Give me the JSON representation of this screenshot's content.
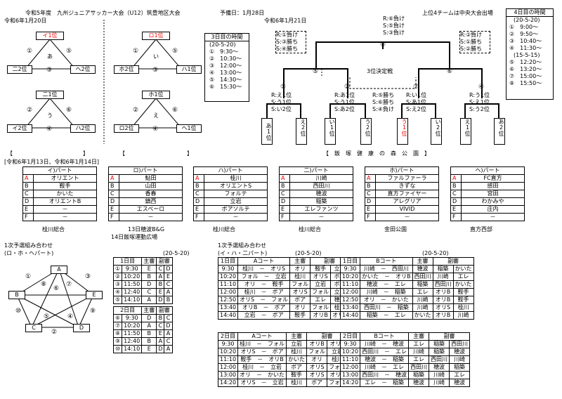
{
  "header": {
    "title": "令和5年度　九州ジュニアサッカー大会（U12）筑豊地区大会",
    "date1": "令和6年1月20日",
    "yobi": "予備日：1月28日",
    "date2": "令和6年1月21日",
    "note": "上位4チームは中央大会出場"
  },
  "groups": [
    {
      "top": "イ1位",
      "left": "二2位",
      "right": "ヘ2位",
      "center": "あ",
      "m1": "①",
      "m2": "③",
      "m3": "⑤",
      "red": true
    },
    {
      "top": "二1位",
      "left": "イ2位",
      "right": "ハ2位",
      "center": "う",
      "m1": "②",
      "m2": "④",
      "m3": "⑥",
      "red": false
    },
    {
      "top": "ロ1位",
      "left": "ホ2位",
      "right": "ハ1位",
      "center": "い",
      "m1": "①",
      "m2": "③",
      "m3": "⑤",
      "red": true
    },
    {
      "top": "ホ1位",
      "left": "ロ2位",
      "right": "ヘ1位",
      "center": "え",
      "m1": "②",
      "m2": "④",
      "m3": "⑥",
      "red": false
    }
  ],
  "day3_times": {
    "title": "3日目の時間",
    "sub": "(20-5-20)",
    "rows": [
      "①　9:30～",
      "②　10:30～",
      "③　12:00～",
      "④　13:00～",
      "⑤　14:30～",
      "⑥　15:30～"
    ]
  },
  "day4_times": {
    "title": "4日目の時間",
    "sub1": "(20-5-20)",
    "rows1": [
      "①　9:00～",
      "②　9:50～",
      "③　10:40～",
      "④　11:30～"
    ],
    "sub2": "(15-5-15)",
    "rows2": [
      "⑤　12:20～",
      "⑥　13:20～",
      "⑦　15:00～",
      "⑧　15:50～"
    ]
  },
  "bracket": {
    "final": "⑧",
    "final_box": [
      "R:⑥負け",
      "S:⑤負け",
      "S:③負け"
    ],
    "left_box": [
      "R:①負け",
      "S:③勝ち",
      "S:④勝ち"
    ],
    "right_box": [
      "R:②負け",
      "S:①勝ち",
      "S:②勝ち"
    ],
    "third_place": "3位決定戦",
    "semi_left": "⑤",
    "semi_right": "⑥",
    "third_num": "⑦",
    "q_nums": [
      "①",
      "②",
      "③",
      "④"
    ],
    "slot_boxes": [
      [
        "R:え1位",
        "S:う1位",
        "S:い2位"
      ],
      [
        "R:あ1位",
        "S:う1位",
        "S:あ2位"
      ],
      [
        "R:⑤勝ち",
        "S:⑥勝ち",
        "S:④負け"
      ],
      [
        "R:い1位",
        "S:あ1位",
        "S:え2位"
      ],
      [
        "R:う1位",
        "S:え1位",
        "S:う2位"
      ]
    ],
    "leaves": [
      "あ1位",
      "え2位",
      "い1位",
      "う2位",
      "う1位",
      "い2位",
      "え1位",
      "あ2位"
    ]
  },
  "labels": {
    "bracket_l": "【",
    "bracket_r": "】",
    "bracket_l2": "【",
    "bracket_r2": "】",
    "venue": "【　飯　塚　健　康　の　森　公　園　】",
    "dates": "[令和6年1月13日、令和6年1月14日]"
  },
  "parts": [
    {
      "title": "イ)パート",
      "rows": [
        [
          "A",
          "オリエント"
        ],
        [
          "B",
          "鞍手"
        ],
        [
          "C",
          "かいた"
        ],
        [
          "D",
          "オリエントB"
        ],
        [
          "E",
          "－"
        ],
        [
          "F",
          "－"
        ]
      ],
      "venue": "桂川総合"
    },
    {
      "title": "ロ)パート",
      "rows": [
        [
          "A",
          "鮎田"
        ],
        [
          "B",
          "山田"
        ],
        [
          "C",
          "香春"
        ],
        [
          "D",
          "鎮西"
        ],
        [
          "E",
          "エスペーロ"
        ],
        [
          "F",
          "－"
        ]
      ],
      "venue": "13日穂波B&G",
      "venue2": "14日飯塚運動広場"
    },
    {
      "title": "ハ)パート",
      "rows": [
        [
          "A",
          "桂川"
        ],
        [
          "B",
          "オリエントS"
        ],
        [
          "C",
          "フォルテ"
        ],
        [
          "D",
          "立岩"
        ],
        [
          "E",
          "ボアソルテ"
        ],
        [
          "F",
          "－"
        ]
      ],
      "venue": "桂川総合"
    },
    {
      "title": "二)パート",
      "rows": [
        [
          "A",
          "川崎"
        ],
        [
          "B",
          "西田川"
        ],
        [
          "C",
          "穂波"
        ],
        [
          "D",
          "稲築"
        ],
        [
          "E",
          "エレファンツ"
        ],
        [
          "F",
          "－"
        ]
      ],
      "venue": "桂川総合"
    },
    {
      "title": "ホ)パート",
      "rows": [
        [
          "A",
          "ファルファーラ"
        ],
        [
          "B",
          "きずな"
        ],
        [
          "C",
          "直方ファイヤー"
        ],
        [
          "D",
          "アレグリア"
        ],
        [
          "E",
          "VIVID"
        ],
        [
          "F",
          "－"
        ]
      ],
      "venue": "金田公園"
    },
    {
      "title": "ヘ)パート",
      "rows": [
        [
          "A",
          "FC直方"
        ],
        [
          "B",
          "感田"
        ],
        [
          "C",
          "宮田"
        ],
        [
          "D",
          "わかみや"
        ],
        [
          "E",
          "庄内"
        ],
        [
          "F",
          "－"
        ]
      ],
      "venue": "直方西部"
    }
  ],
  "pentagon": {
    "title": "1次予選組み合わせ",
    "sub": "(ロ・ホ・ヘパート)",
    "nodes": [
      "A",
      "B",
      "C",
      "D",
      "E"
    ],
    "nums": [
      "①",
      "②",
      "③",
      "④",
      "⑤",
      "⑥",
      "⑦",
      "⑧",
      "⑨",
      "⑩"
    ]
  },
  "five_table": {
    "sub": "(20-5-20)",
    "day1": {
      "head": [
        "1日目",
        "",
        "主審",
        "副審"
      ],
      "rows": [
        [
          "①",
          "9:30",
          "E",
          "C",
          "D"
        ],
        [
          "②",
          "10:20",
          "B",
          "A",
          "E"
        ],
        [
          "③",
          "11:50",
          "D",
          "B",
          "C"
        ],
        [
          "④",
          "12:40",
          "C",
          "E",
          "A"
        ],
        [
          "⑤",
          "14:10",
          "A",
          "D",
          "B"
        ]
      ]
    },
    "day2": {
      "head": [
        "2日目",
        "",
        "主審",
        "副審"
      ],
      "rows": [
        [
          "⑥",
          "9:30",
          "D",
          "B",
          "C"
        ],
        [
          "⑦",
          "10:20",
          "A",
          "C",
          "D"
        ],
        [
          "⑧",
          "11:50",
          "B",
          "E",
          "A"
        ],
        [
          "⑨",
          "12:40",
          "B",
          "A",
          "C"
        ],
        [
          "⑩",
          "14:10",
          "E",
          "D",
          "A"
        ]
      ]
    }
  },
  "ihn": {
    "title": "1次予選組み合わせ",
    "sub": "(イ・ハ・二パート)",
    "sub2": "(20-5-20)",
    "sub3": "(20-5-20)",
    "d1a": {
      "head": [
        "1日目",
        "Aコート",
        "主審",
        "副審"
      ],
      "rows": [
        [
          "9:30",
          "桂川　－　オリS",
          "オリ",
          "鞍手",
          "立岩"
        ],
        [
          "10:20",
          "フォル　－　立岩",
          "桂川",
          "オリS",
          "ボア"
        ],
        [
          "11:10",
          "オリ　－　鞍手",
          "フォル",
          "立岩",
          "ボア"
        ],
        [
          "12:00",
          "桂川　－　ボア",
          "オリS",
          "フォル",
          "立岩"
        ],
        [
          "12:50",
          "オリS　－　フォル",
          "ボア",
          "エレ",
          "穂波"
        ],
        [
          "13:40",
          "オリB　－　ボア",
          "オリ",
          "フォル",
          "桂川"
        ],
        [
          "14:40",
          "立岩　－　ボア",
          "鞍手",
          "オリB",
          "オリS"
        ]
      ]
    },
    "d1b": {
      "head": [
        "1日目",
        "Bコート",
        "主審",
        "副審"
      ],
      "rows": [
        [
          "9:30",
          "川崎　－　西田川",
          "穂波",
          "稲築",
          "かいた"
        ],
        [
          "10:20",
          "かいた　－　オリB",
          "西田川",
          "川崎",
          "エレ"
        ],
        [
          "11:10",
          "穂波　－　エレ",
          "稲築",
          "西田川",
          "かいた"
        ],
        [
          "12:00",
          "川崎　－　稲築",
          "エレ",
          "オリB",
          "鞍手"
        ],
        [
          "12:50",
          "オリ　－　かいた",
          "川崎",
          "オリB",
          "鞍手"
        ],
        [
          "13:40",
          "西田川　－　稲築",
          "川崎",
          "オリS",
          "桂川"
        ],
        [
          "14:40",
          "稲築　－　エレ",
          "かいた",
          "オリB",
          "川崎"
        ]
      ]
    },
    "d2a": {
      "head": [
        "2日目",
        "Aコート",
        "主審",
        "副審"
      ],
      "rows": [
        [
          "9:30",
          "桂川　－　フォル",
          "立岩",
          "オリB",
          "オリS"
        ],
        [
          "10:20",
          "オリS　－　ボア",
          "桂川",
          "フォル",
          "立岩"
        ],
        [
          "11:10",
          "鞍手　－　オリB",
          "かいた",
          "オリ",
          "桂川"
        ],
        [
          "12:00",
          "桂川　－　立岩",
          "ボア",
          "オリS",
          "フォル"
        ],
        [
          "13:00",
          "オリ　－　かいた",
          "鞍手",
          "オリS",
          "オリB"
        ],
        [
          "14:20",
          "オリS　－　立岩",
          "桂川",
          "ボア",
          "フォル"
        ]
      ]
    },
    "d2b": {
      "head": [
        "2日目",
        "Bコート",
        "主審",
        "副審"
      ],
      "rows": [
        [
          "9:30",
          "川崎　－　穂波",
          "エレ",
          "稲築",
          "西田川"
        ],
        [
          "10:20",
          "西田川　－　エレ",
          "川崎",
          "稲築",
          "穂波"
        ],
        [
          "11:10",
          "穂波　－　稲築",
          "エレ",
          "西田川",
          "川崎"
        ],
        [
          "12:00",
          "川崎　－　エレ",
          "西田川",
          "穂波",
          "稲築"
        ],
        [
          "13:00",
          "西田川　－　穂波",
          "稲築",
          "川崎",
          "エレ"
        ],
        [
          "14:20",
          "エレ　－　稲築",
          "穂波",
          "川崎",
          "穂波"
        ]
      ]
    }
  }
}
